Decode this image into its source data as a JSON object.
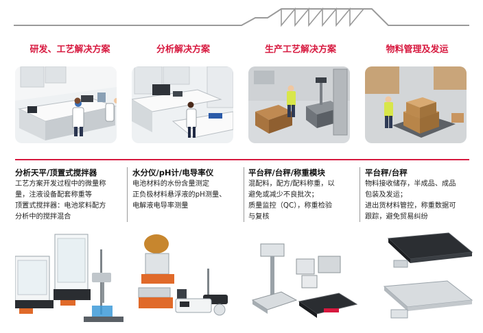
{
  "columns": [
    {
      "category": "研发、工艺解决方案",
      "title": "分析天平/顶置式搅拌器",
      "desc": "工艺方案开发过程中的微量称\n量，注液设备配套称重等\n顶置式搅拌器：电池浆料配方\n分析中的搅拌混合"
    },
    {
      "category": "分析解决方案",
      "title": "水分仪/pH计/电导率仪",
      "desc": "电池材料的水份含量测定\n正负极材料悬浮液的pH测量、\n电解液电导率测量"
    },
    {
      "category": "生产工艺解决方案",
      "title": "平台秤/台秤/称重模块",
      "desc": "混配料，配方/配料称重，以\n避免或减少不良批次；\n质量监控（QC），称重检验\n与复核"
    },
    {
      "category": "物料管理及发运",
      "title": "平台秤/台秤",
      "desc": "物料接收储存，半成品、成品\n包装及发运；\n进出货材料管控，称重数据可\n跟踪，避免贸易纠纷"
    }
  ],
  "colors": {
    "accent": "#d7193f",
    "line": "#9a9a9a"
  },
  "icons": [
    "lab-scene-icon",
    "analysis-lab-scene-icon",
    "production-scene-icon",
    "warehouse-scene-icon",
    "balance-product-icon",
    "moisture-ph-product-icon",
    "bench-scale-product-icon",
    "floor-scale-product-icon"
  ]
}
